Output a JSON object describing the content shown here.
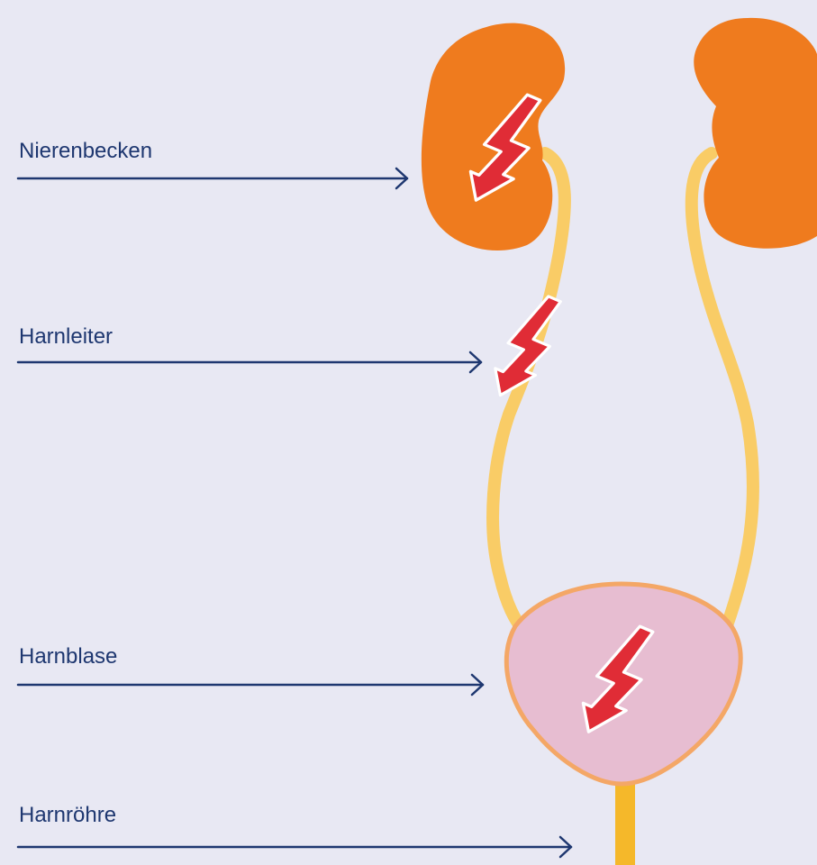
{
  "labels": {
    "renal_pelvis": "Nierenbecken",
    "ureter": "Harnleiter",
    "bladder": "Harnblase",
    "urethra": "Harnröhre"
  },
  "colors": {
    "background": "#E8E8F3",
    "label_text": "#1E3770",
    "arrow": "#1E3770",
    "kidney": "#EF7B1E",
    "ureter": "#F9CC66",
    "urethra": "#F5B82A",
    "bladder_fill": "#E7BDD1",
    "bladder_outline": "#F4A766",
    "pain_bolt_fill": "#E02C36",
    "pain_bolt_outline": "#FFFFFF"
  },
  "pain_markers": [
    "renal_pelvis",
    "ureter",
    "bladder"
  ]
}
